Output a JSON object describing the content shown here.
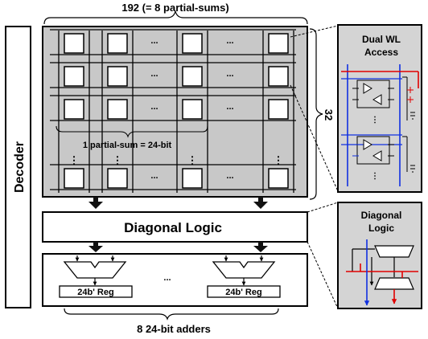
{
  "labels": {
    "top_brace": "192 (= 8 partial-sums)",
    "rows_count": "32",
    "decoder": "Decoder",
    "partial_sum": "1 partial-sum = 24-bit",
    "diagonal_logic": "Diagonal Logic",
    "reg": "24b' Reg",
    "adders": "8 24-bit adders",
    "inset_top_line1": "Dual WL",
    "inset_top_line2": "Access",
    "inset_bottom_line1": "Diagonal",
    "inset_bottom_line2": "Logic",
    "h_ellipsis": "...",
    "v_ellipsis": "⋮"
  },
  "colors": {
    "array_fill": "#c8c8c8",
    "inset_fill": "#d4d4d4",
    "red_wire": "#e00000",
    "blue_wire": "#1030e0",
    "arrow": "#111111"
  }
}
